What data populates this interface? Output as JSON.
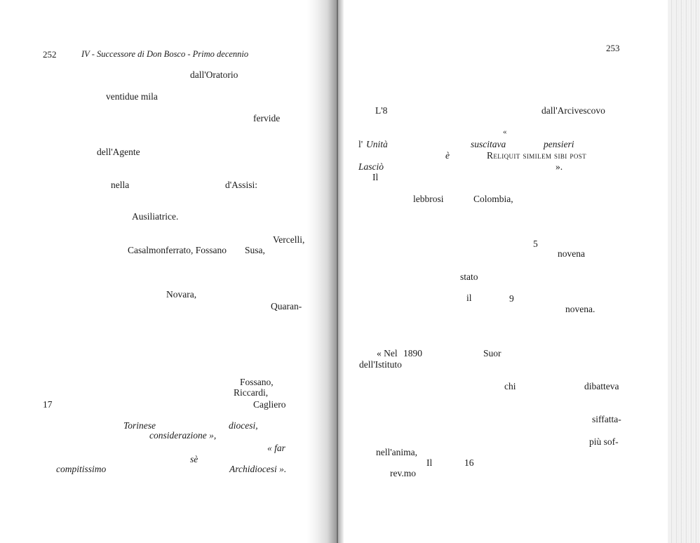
{
  "left_page": {
    "page_number": "252",
    "running_header": "IV - Successore di Don Bosco - Primo decennio",
    "fragments": [
      "dall'Oratorio",
      "ventidue mila",
      "fervide",
      "dell'Agente",
      "nella",
      "d'Assisi:",
      "Ausiliatrice.",
      "Vercelli,",
      "Casalmonferrato, Fossano",
      "Susa,",
      "Novara,",
      "Quaran-",
      "Fossano,",
      "Riccardi,",
      "17",
      "Cagliero",
      "Torinese",
      "diocesi,",
      "considerazione »,",
      "« far",
      "sè",
      "compitissimo",
      "Archidiocesi »."
    ]
  },
  "right_page": {
    "page_number": "253",
    "fragments": [
      "L'8",
      "dall'Arcivescovo",
      "«",
      "l'",
      "Unità",
      "suscitava",
      "pensieri",
      "è",
      "Reliquit similem sibi post",
      "Lasciò",
      "».",
      "Il",
      "lebbrosi",
      "Colombia,",
      "5",
      "novena",
      "stato",
      "il",
      "9",
      "novena.",
      "« Nel",
      "1890",
      "Suor",
      "dell'Istituto",
      "chi",
      "dibatteva",
      "siffatta-",
      "più sof-",
      "nell'anima,",
      "Il",
      "16",
      "rev.mo"
    ]
  }
}
